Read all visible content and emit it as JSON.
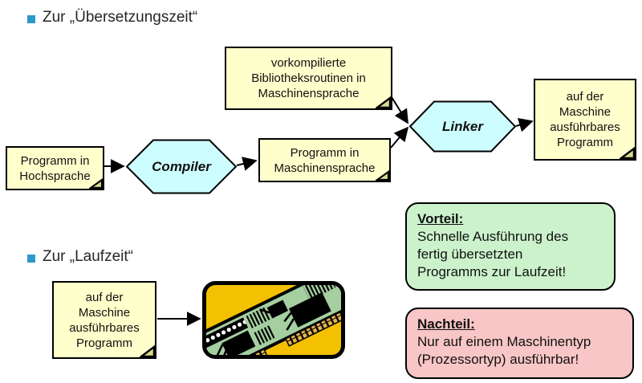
{
  "sections": {
    "compile_time": {
      "label": "Zur „Übersetzungszeit“"
    },
    "runtime": {
      "label": "Zur „Laufzeit“"
    }
  },
  "flow": {
    "bibliothek": {
      "lines": [
        "vorkompilierte",
        "Bibliotheksroutinen in",
        "Maschinensprache"
      ]
    },
    "hochsprache": {
      "lines": [
        "Programm in",
        "Hochsprache"
      ]
    },
    "compiler": {
      "label": "Compiler"
    },
    "maschinensprache": {
      "lines": [
        "Programm in",
        "Maschinensprache"
      ]
    },
    "linker": {
      "label": "Linker"
    },
    "ausfuehrbar": {
      "lines": [
        "auf der",
        "Maschine",
        "ausführbares",
        "Programm"
      ]
    }
  },
  "runtime_flow": {
    "ausfuehrbar": {
      "lines": [
        "auf der",
        "Maschine",
        "ausführbares",
        "Programm"
      ]
    },
    "machine_image": "circuit-board"
  },
  "callouts": {
    "vorteil": {
      "title": "Vorteil:",
      "lines": [
        "Schnelle Ausführung des",
        "fertig übersetzten",
        "Programms zur Laufzeit!"
      ],
      "bg": "#ccf2cc"
    },
    "nachteil": {
      "title": "Nachteil:",
      "lines": [
        "Nur auf einem Maschinentyp",
        "(Prozessortyp) ausführbar!"
      ],
      "bg": "#f8c6c6"
    }
  },
  "colors": {
    "bullet": "#2b99c8",
    "note_bg": "#ffffcc",
    "note_fold": "#d9d98f",
    "process_bg": "#cdfeff",
    "vorteil_bg": "#ccf2cc",
    "nachteil_bg": "#f8c6c6",
    "chip_gold": "#f3c101",
    "board_green": "#a5cfa0"
  }
}
